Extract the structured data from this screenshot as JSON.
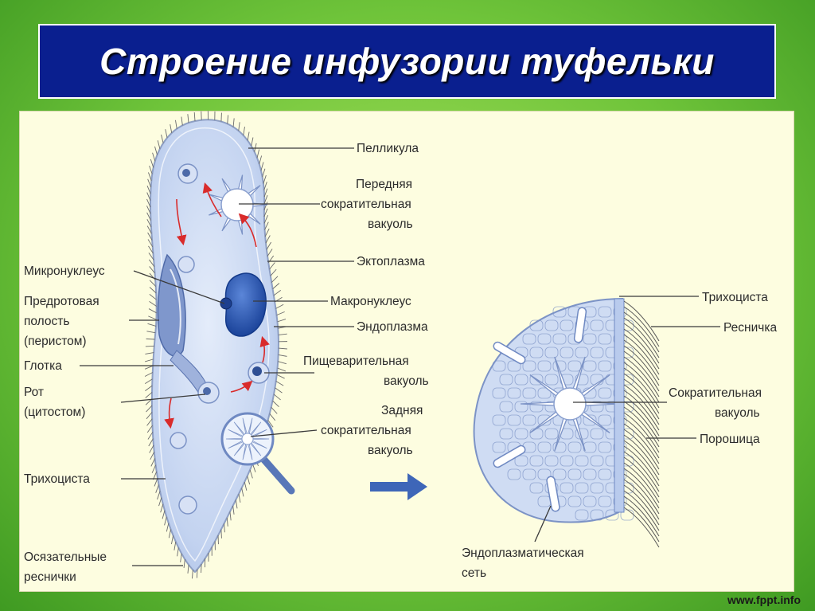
{
  "title": "Строение инфузории туфельки",
  "watermark": "www.fppt.info",
  "labels": {
    "pellicle": "Пелликула",
    "front_vacuole": [
      "Передняя",
      "сократительная",
      "вакуоль"
    ],
    "ectoplasm": "Эктоплазма",
    "macronucleus": "Макронуклеус",
    "endoplasm": "Эндоплазма",
    "digestive_vacuole": [
      "Пищеварительная",
      "вакуоль"
    ],
    "rear_vacuole": [
      "Задняя",
      "сократительная",
      "вакуоль"
    ],
    "micronucleus": "Микронуклеус",
    "peristome": [
      "Предротовая",
      "полость",
      "(перистом)"
    ],
    "pharynx": "Глотка",
    "mouth": [
      "Рот",
      "(цитостом)"
    ],
    "trichocyst_left": "Трихоциста",
    "tactile_cilia": [
      "Осязательные",
      "реснички"
    ],
    "trichocyst_right": "Трихоциста",
    "cilium": "Ресничка",
    "contractile_vacuole": [
      "Сократительная",
      "вакуоль"
    ],
    "pore": "Порошица",
    "endoplasmic_network": [
      "Эндоплазматическая",
      "сеть"
    ]
  },
  "colors": {
    "title_bg": "#0a1f8f",
    "panel_bg": "#fdfde0",
    "cell_fill": "#c6d6f2",
    "nucleus": "#2a54b0",
    "arrows": "#d92b2b",
    "pointer_arrow": "#3e66b8"
  }
}
